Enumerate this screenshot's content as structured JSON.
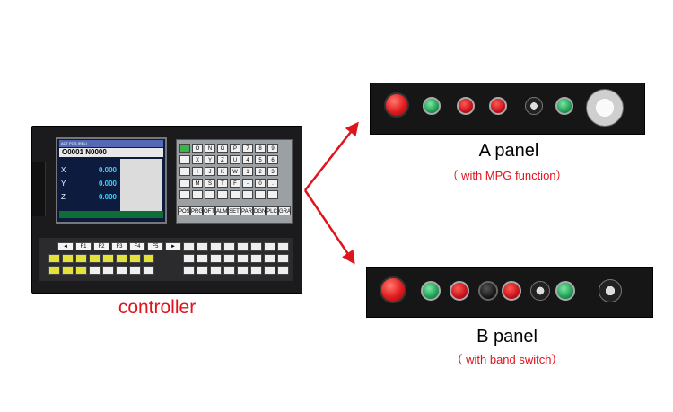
{
  "controller": {
    "label": "controller",
    "screen": {
      "title": "ACT POS (REL)",
      "program_line": "O0001 N0000",
      "axes": [
        {
          "name": "X",
          "value": "0.000"
        },
        {
          "name": "Y",
          "value": "0.000"
        },
        {
          "name": "Z",
          "value": "0.000"
        }
      ]
    },
    "function_keys": [
      "◄",
      "F1",
      "F2",
      "F3",
      "F4",
      "F5",
      "►"
    ],
    "keypad_bottom_row": [
      "POS",
      "PRG",
      "OFT",
      "ALM",
      "SET",
      "PAR",
      "DGN",
      "PLC",
      "GRA"
    ],
    "keypad_keys": [
      "O",
      "N",
      "G",
      "P",
      "7",
      "8",
      "9",
      "X",
      "Y",
      "Z",
      "U",
      "4",
      "5",
      "6",
      "I",
      "J",
      "K",
      "W",
      "1",
      "2",
      "3",
      "M",
      "S",
      "T",
      "F",
      "-",
      "0",
      "."
    ]
  },
  "panel_a": {
    "title": "A panel",
    "subtitle": "（ with MPG function）"
  },
  "panel_b": {
    "title": "B panel",
    "subtitle": "（ with band switch）"
  },
  "colors": {
    "label_red": "#e0141c",
    "arrow_red": "#e0141c"
  }
}
